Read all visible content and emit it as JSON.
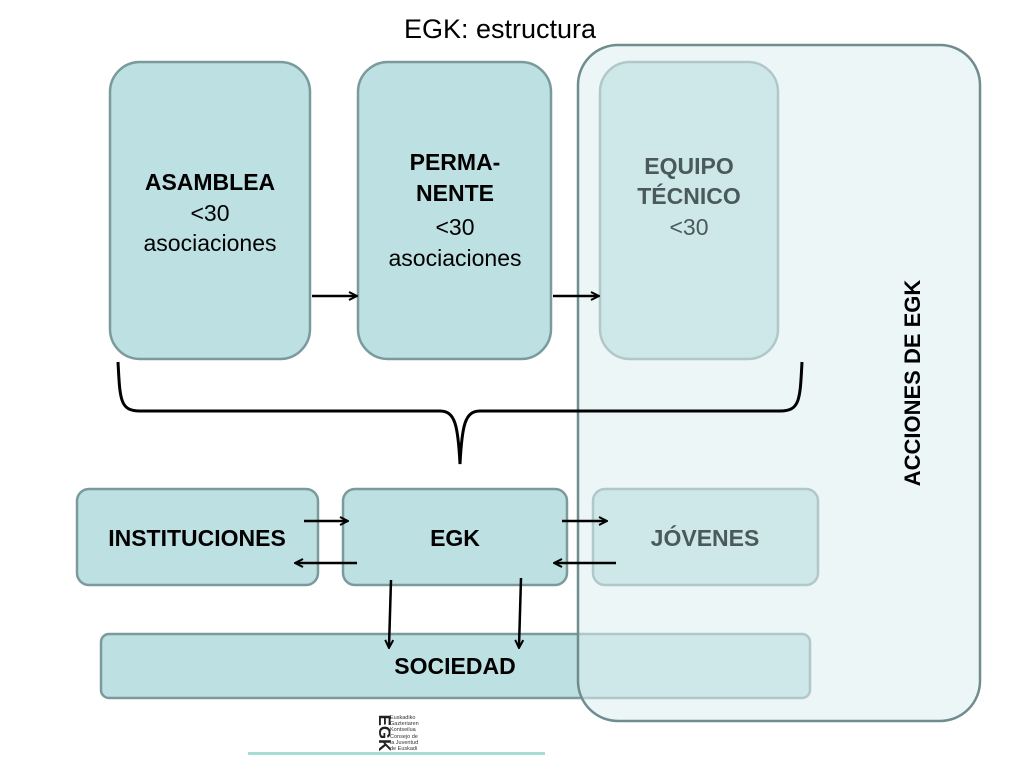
{
  "title": "EGK: estructura",
  "colors": {
    "box_fill": "#bde0e3",
    "box_stroke": "#7a9a9c",
    "overlay_fill": "#dceef0",
    "overlay_stroke": "#6f8c8e",
    "text_dark": "#000000",
    "text_muted": "#4a5a5c",
    "arrow": "#000000",
    "accent_line": "#a8ddd6"
  },
  "nodes": {
    "asamblea": {
      "title": "ASAMBLEA",
      "line1": "<30",
      "line2": "asociaciones"
    },
    "permanente": {
      "title1": "PERMA-",
      "title2": "NENTE",
      "line1": "<30",
      "line2": "asociaciones"
    },
    "equipo": {
      "title1": "EQUIPO",
      "title2": "TÉCNICO",
      "line1": "<30"
    },
    "instituciones": {
      "title": "INSTITUCIONES"
    },
    "egk": {
      "title": "EGK"
    },
    "jovenes": {
      "title": "JÓVENES"
    },
    "sociedad": {
      "title": "SOCIEDAD"
    }
  },
  "acciones_label": "ACCIONES DE EGK",
  "logo": {
    "mark": "EGK",
    "line1": "Euskadiko",
    "line2": "Gazteriaren",
    "line3": "Kontseilua",
    "line4": "Consejo de",
    "line5": "la Juventud",
    "line6": "de Euskadi"
  }
}
